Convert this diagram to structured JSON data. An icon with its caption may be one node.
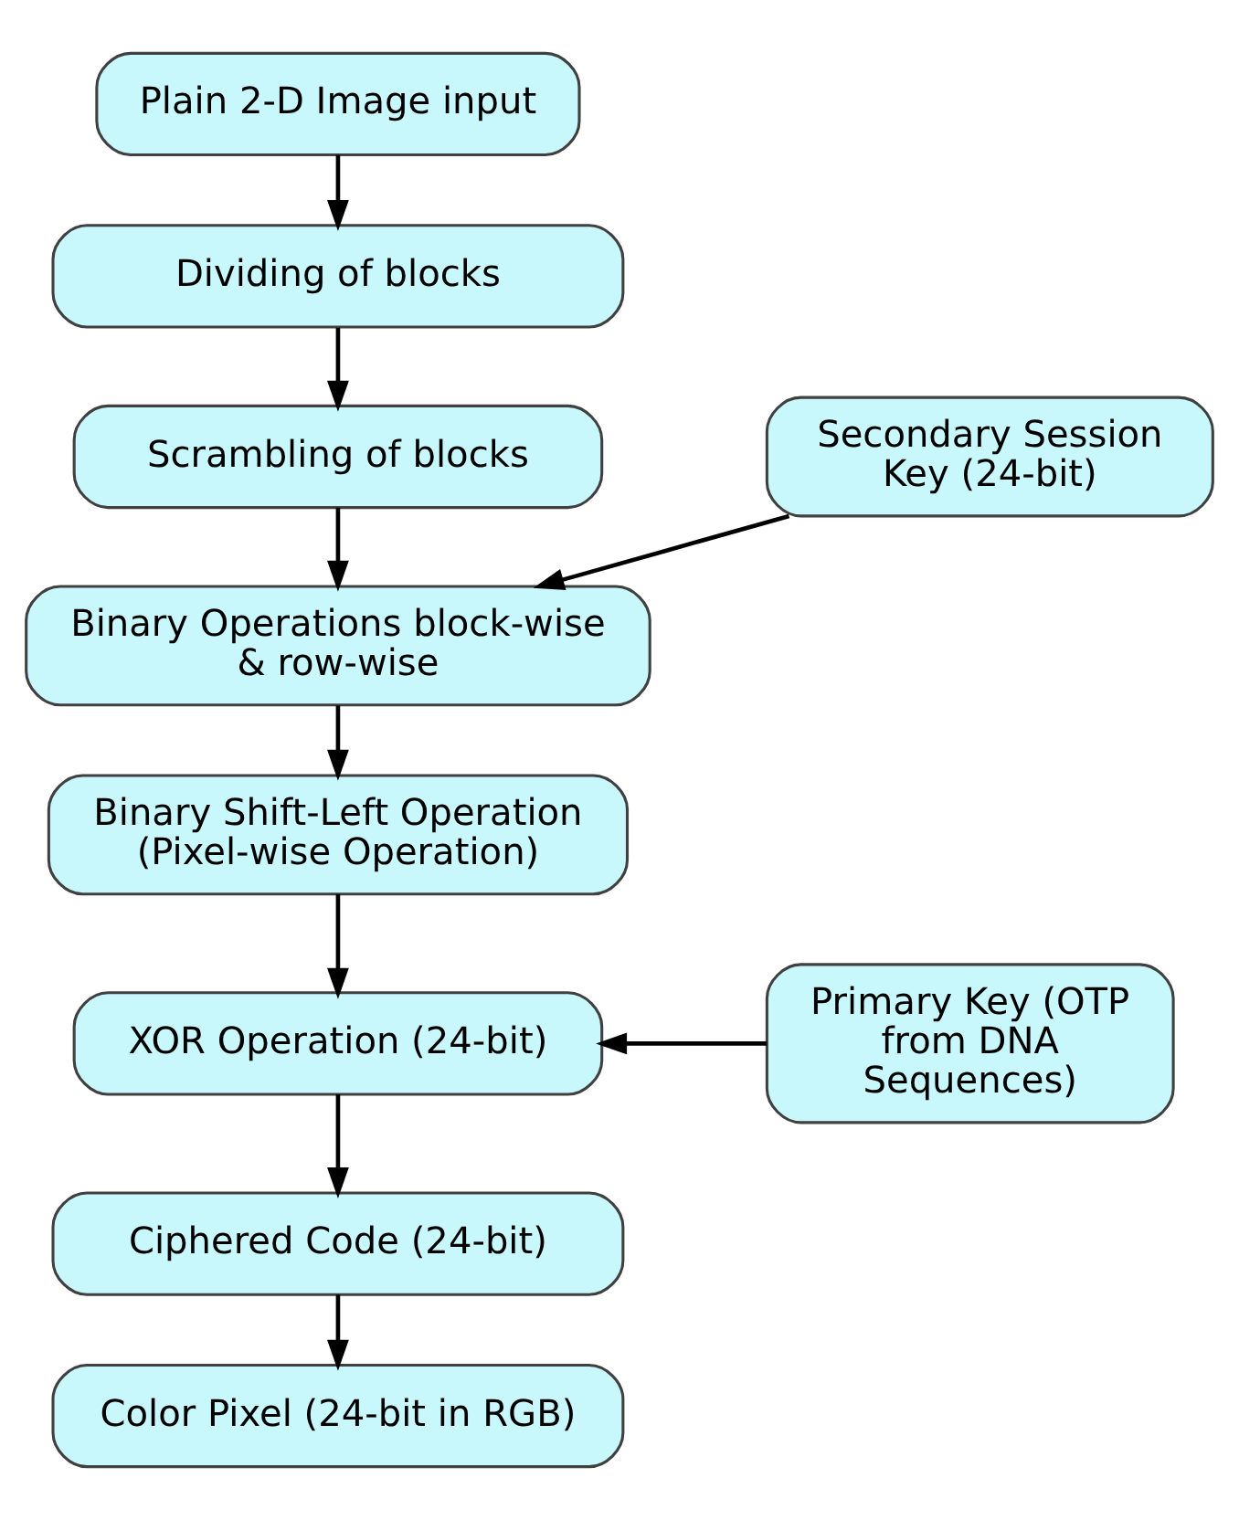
{
  "diagram": {
    "nodes": [
      {
        "text": [
          "Plain 2-D Image input"
        ]
      },
      {
        "text": [
          "Dividing of blocks"
        ]
      },
      {
        "text": [
          "Scrambling of blocks"
        ]
      },
      {
        "text": [
          "Secondary Session Key (24-bit)"
        ]
      },
      {
        "text": [
          "Binary Operations block-wise & row-wise"
        ]
      },
      {
        "text": [
          "Binary Shift-Left Operation (Pixel-wise Operation)"
        ]
      },
      {
        "text": [
          "XOR Operation (24-bit)"
        ]
      },
      {
        "text": [
          "Primary Key (OTP from DNA Sequences)"
        ]
      },
      {
        "text": [
          "Ciphered Code (24-bit)"
        ]
      },
      {
        "text": [
          "Color Pixel (24-bit in RGB)"
        ]
      }
    ],
    "edges": [
      {
        "from": 0,
        "to": 1,
        "arrow": "to"
      },
      {
        "from": 1,
        "to": 2,
        "arrow": "to"
      },
      {
        "from": 2,
        "to": 4,
        "arrow": "to"
      },
      {
        "from": 3,
        "to": 4,
        "arrow": "to"
      },
      {
        "from": 4,
        "to": 5,
        "arrow": "to"
      },
      {
        "from": 5,
        "to": 6,
        "arrow": "to"
      },
      {
        "from": 7,
        "to": 6,
        "arrow": "to"
      },
      {
        "from": 6,
        "to": 8,
        "arrow": "to"
      },
      {
        "from": 8,
        "to": 9,
        "arrow": "to"
      }
    ]
  }
}
